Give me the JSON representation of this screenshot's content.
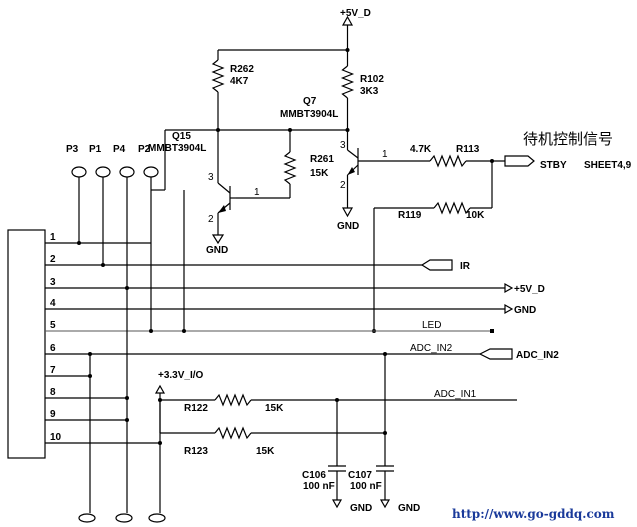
{
  "rails": {
    "vcc5": "+5V_D",
    "vcc33": "+3.3V_I/O",
    "gnd": "GND"
  },
  "note": "待机控制信号",
  "website": "http://www.go-gddq.com",
  "test_points": [
    "P3",
    "P1",
    "P4",
    "P2"
  ],
  "connector": {
    "pins": [
      "1",
      "2",
      "3",
      "4",
      "5",
      "6",
      "7",
      "8",
      "9",
      "10"
    ]
  },
  "components": {
    "r262": {
      "ref": "R262",
      "value": "4K7"
    },
    "r102": {
      "ref": "R102",
      "value": "3K3"
    },
    "r261": {
      "ref": "R261",
      "value": "15K"
    },
    "r113": {
      "ref": "R113",
      "value": "4.7K"
    },
    "r119": {
      "ref": "R119",
      "value": "10K"
    },
    "r122": {
      "ref": "R122",
      "value": "15K"
    },
    "r123": {
      "ref": "R123",
      "value": "15K"
    },
    "c106": {
      "ref": "C106",
      "value": "100 nF"
    },
    "c107": {
      "ref": "C107",
      "value": "100 nF"
    },
    "q7": {
      "ref": "Q7",
      "part": "MMBT3904L"
    },
    "q15": {
      "ref": "Q15",
      "part": "MMBT3904L"
    }
  },
  "pin_numbers": {
    "q15_base": "1",
    "q15_collector": "3",
    "q15_emitter": "2",
    "q7_base": "1",
    "q7_collector": "3",
    "q7_emitter": "2"
  },
  "nets": {
    "stby": "STBY",
    "sheet": "SHEET4,9",
    "ir": "IR",
    "vcc5": "+5V_D",
    "gnd": "GND",
    "led": "LED",
    "adc_in2": "ADC_IN2",
    "adc_in2_port": "ADC_IN2",
    "adc_in1": "ADC_IN1"
  }
}
